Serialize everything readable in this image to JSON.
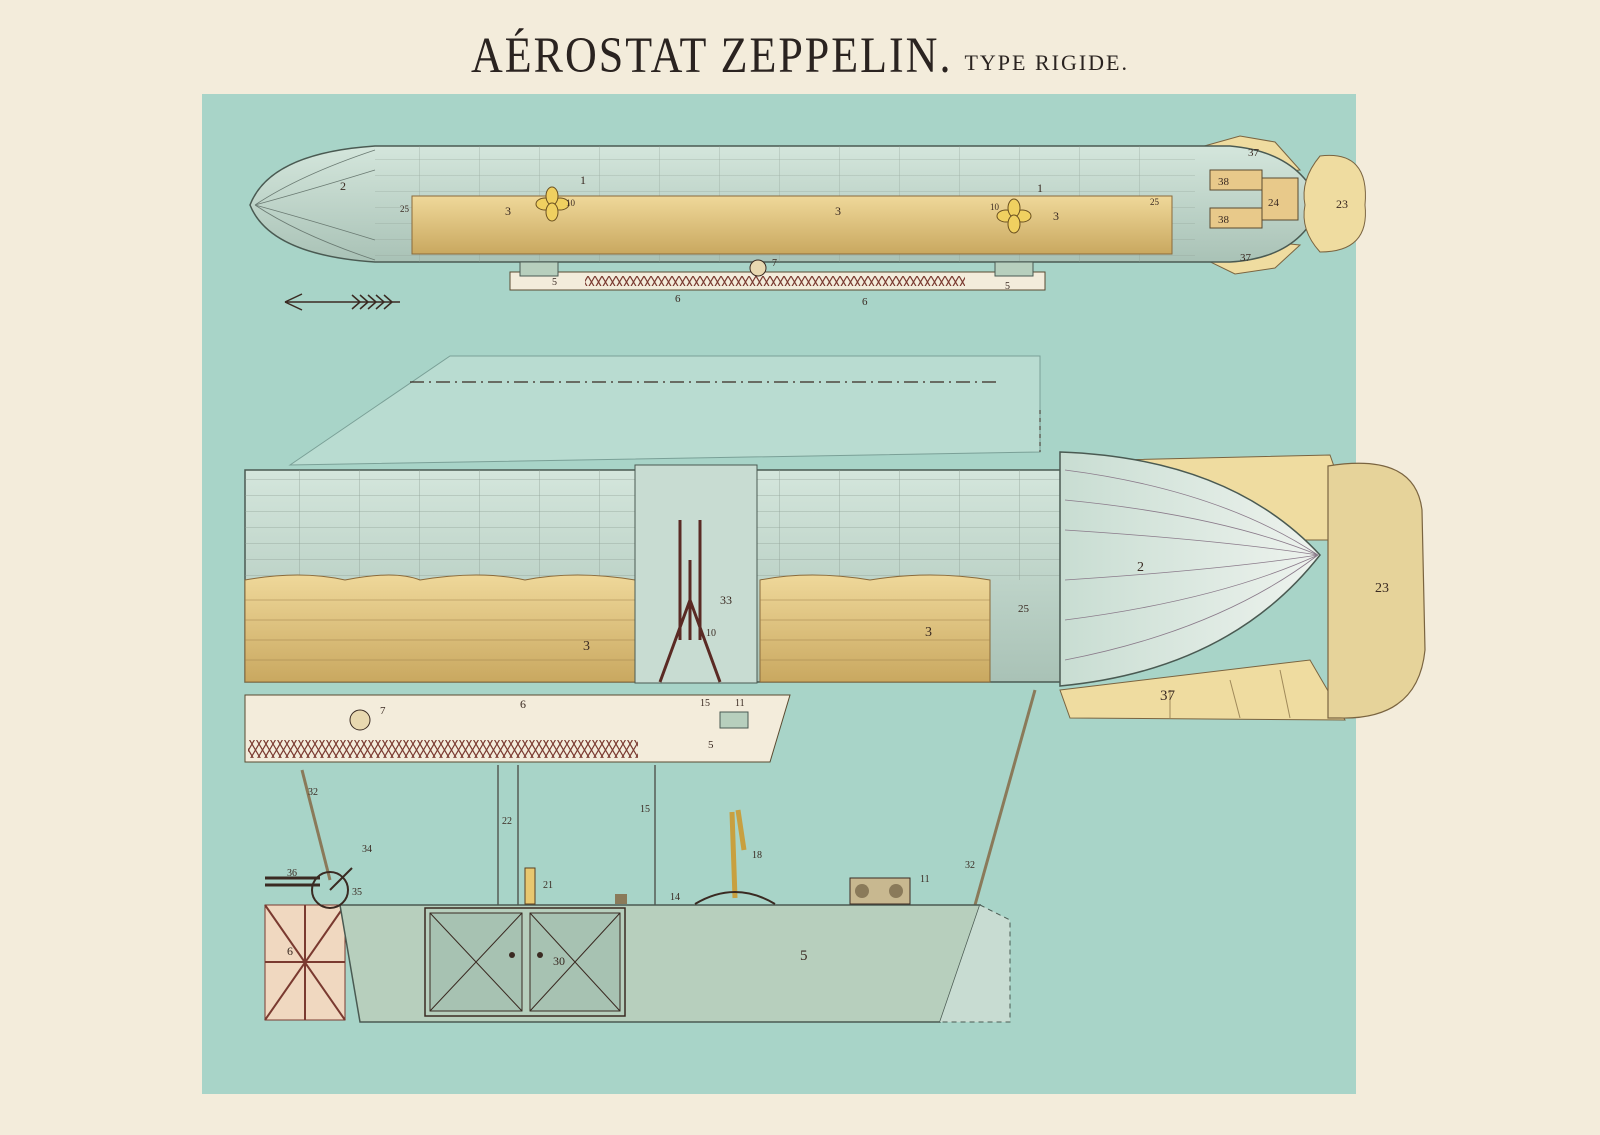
{
  "title": {
    "main": "AÉROSTAT ZEPPELIN.",
    "subtitle": "TYPE RIGIDE."
  },
  "colors": {
    "paper": "#f3ecdb",
    "plate": "#a8d4c8",
    "envelope": "#c6e0d4",
    "gasbag": "#e8c98a",
    "gondola": "#b7cfbd",
    "rudder": "#efdca0",
    "ink": "#3a2a22"
  },
  "top_view": {
    "labels": {
      "n1": "1",
      "n1b": "1",
      "n2": "2",
      "n3a": "3",
      "n3b": "3",
      "n3c": "3",
      "n5a": "5",
      "n5b": "5",
      "n6a": "6",
      "n6b": "6",
      "n7": "7",
      "n10a": "10",
      "n10b": "10",
      "n23": "23",
      "n24": "24",
      "n25a": "25",
      "n25b": "25",
      "n37a": "37",
      "n37b": "37",
      "n38a": "38",
      "n38b": "38"
    }
  },
  "direction_arrow": "arrow-left-icon",
  "side_view": {
    "labels": {
      "n2": "2",
      "n3a": "3",
      "n3b": "3",
      "n23": "23",
      "n25": "25",
      "n33": "33",
      "n37": "37",
      "n10": "10",
      "n7": "7",
      "n6": "6",
      "n15": "15",
      "n11": "11",
      "n5": "5"
    }
  },
  "gondola_view": {
    "labels": {
      "n5": "5",
      "n6": "6",
      "n11": "11",
      "n14": "14",
      "n15": "15",
      "n18": "18",
      "n21": "21",
      "n22": "22",
      "n30": "30",
      "n32a": "32",
      "n32b": "32",
      "n34": "34",
      "n35": "35",
      "n36": "36"
    }
  }
}
